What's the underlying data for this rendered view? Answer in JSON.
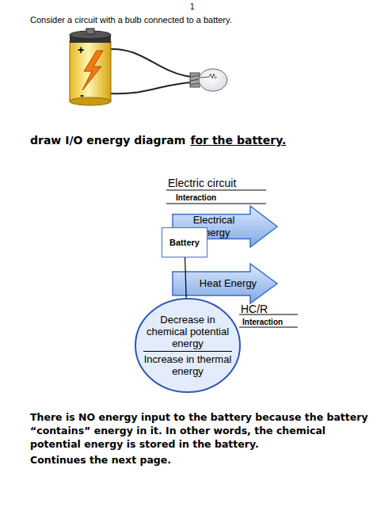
{
  "diagram": {
    "nodes": [
      {
        "text": [
          "Electrical Energy"
        ]
      },
      {
        "text": [
          "Battery"
        ]
      },
      {
        "text": [
          "Heat Energy"
        ]
      },
      {
        "text": [
          "Decrease in chemical potential energy",
          "Increase in thermal energy"
        ]
      }
    ],
    "edges": [
      {
        "from": 1,
        "to": 3,
        "arrow": "none"
      }
    ],
    "labels": [
      "1",
      "Consider a circuit with a bulb connected to a battery.",
      "+",
      "-",
      "draw I/O energy diagram",
      "for the battery.",
      "Electric circuit",
      "Interaction",
      "HC/R",
      "Interaction",
      "There is NO energy input to the battery because the battery “contains” energy in it. In other words, the chemical potential energy is stored in the battery.",
      "Continues the next page."
    ]
  }
}
